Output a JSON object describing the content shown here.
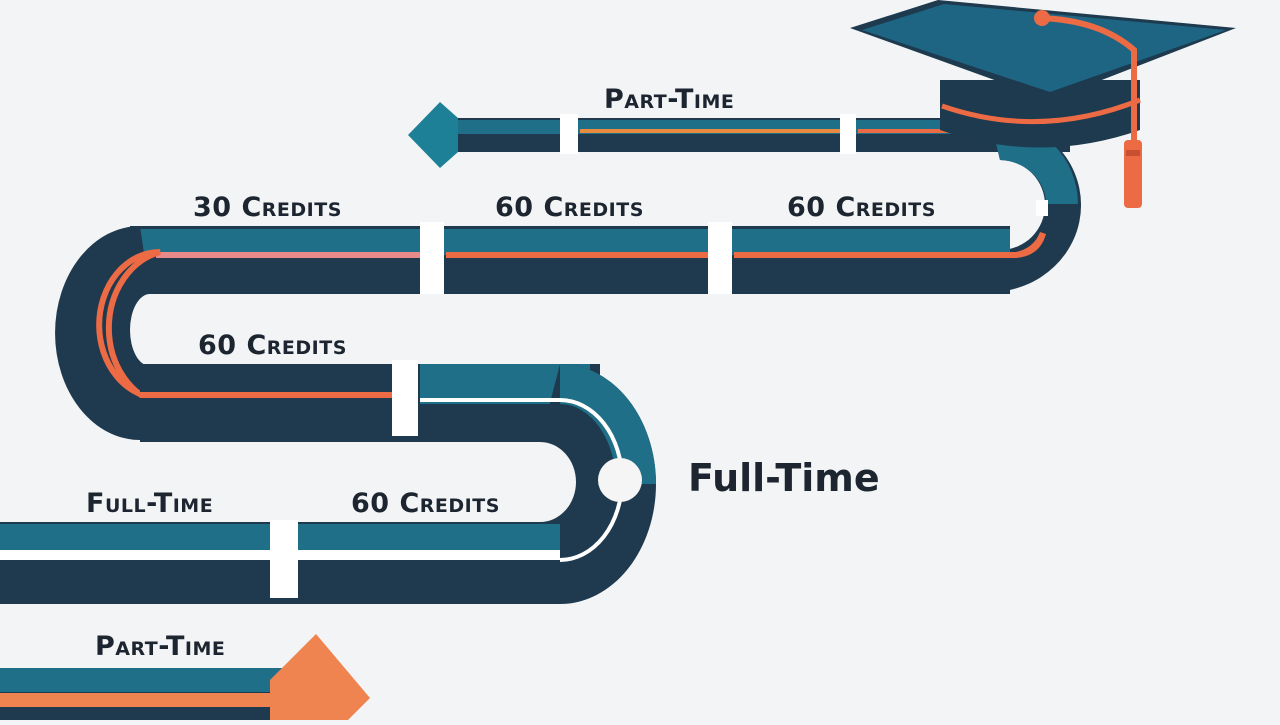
{
  "labels": {
    "part_time_top": "Part-Time",
    "credits_30": "30 Credits",
    "credits_60_a": "60 Credits",
    "credits_60_b": "60 Credits",
    "credits_60_c": "60 Credits",
    "full_time_bottom": "Full-Time",
    "credits_60_d": "60 Credits",
    "full_time_side": "Full-Time",
    "part_time_bottom": "Part-Time"
  },
  "colors": {
    "track_dark": "#1f3a4f",
    "track_teal": "#1e6f87",
    "accent_orange": "#ec6b45",
    "accent_pink": "#e98a8a",
    "arrow_teal": "#1d8096",
    "arrow_orange": "#ef8450",
    "cap_dark": "#1d3a4f",
    "cap_top": "#1e6584",
    "background": "#f3f4f5"
  }
}
